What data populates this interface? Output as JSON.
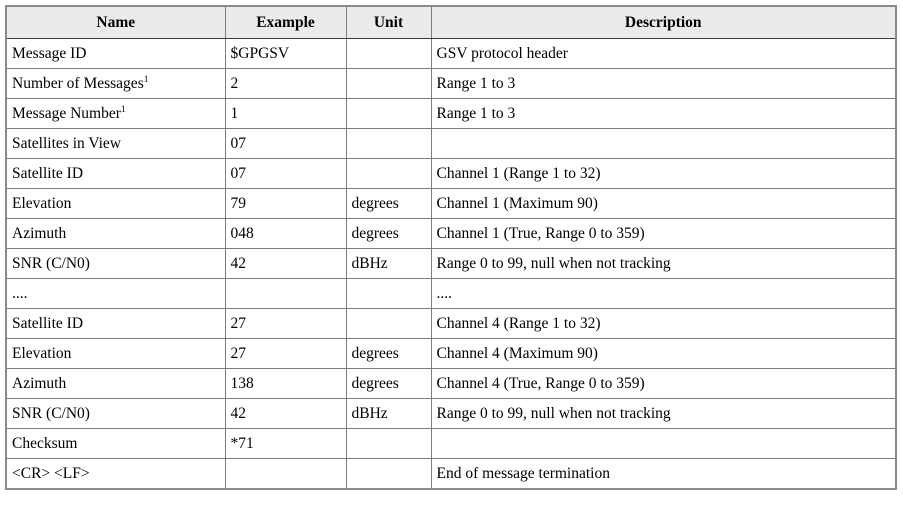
{
  "table": {
    "columns": [
      {
        "key": "name",
        "label": "Name"
      },
      {
        "key": "example",
        "label": "Example"
      },
      {
        "key": "unit",
        "label": "Unit"
      },
      {
        "key": "description",
        "label": "Description"
      }
    ],
    "rows": [
      {
        "name": "Message ID",
        "name_superscript": "",
        "example": "$GPGSV",
        "unit": "",
        "description": "GSV protocol header"
      },
      {
        "name": "Number of Messages",
        "name_superscript": "1",
        "example": "2",
        "unit": "",
        "description": "Range 1 to 3"
      },
      {
        "name": "Message Number",
        "name_superscript": "1",
        "example": "1",
        "unit": "",
        "description": "Range 1 to 3"
      },
      {
        "name": "Satellites in View",
        "name_superscript": "",
        "example": "07",
        "unit": "",
        "description": ""
      },
      {
        "name": "Satellite ID",
        "name_superscript": "",
        "example": "07",
        "unit": "",
        "description": "Channel 1 (Range 1 to 32)"
      },
      {
        "name": "Elevation",
        "name_superscript": "",
        "example": "79",
        "unit": "degrees",
        "description": "Channel 1 (Maximum 90)"
      },
      {
        "name": "Azimuth",
        "name_superscript": "",
        "example": "048",
        "unit": "degrees",
        "description": "Channel 1 (True, Range 0 to 359)"
      },
      {
        "name": "SNR (C/N0)",
        "name_superscript": "",
        "example": "42",
        "unit": "dBHz",
        "description": "Range 0 to 99, null when not tracking"
      },
      {
        "name": "....",
        "name_superscript": "",
        "example": "",
        "unit": "",
        "description": "...."
      },
      {
        "name": "Satellite ID",
        "name_superscript": "",
        "example": "27",
        "unit": "",
        "description": "Channel 4 (Range 1 to 32)"
      },
      {
        "name": "Elevation",
        "name_superscript": "",
        "example": "27",
        "unit": "degrees",
        "description": "Channel 4 (Maximum 90)"
      },
      {
        "name": "Azimuth",
        "name_superscript": "",
        "example": "138",
        "unit": "degrees",
        "description": "Channel 4 (True, Range 0 to 359)"
      },
      {
        "name": "SNR (C/N0)",
        "name_superscript": "",
        "example": "42",
        "unit": "dBHz",
        "description": "Range 0 to 99, null when not tracking"
      },
      {
        "name": "Checksum",
        "name_superscript": "",
        "example": "*71",
        "unit": "",
        "description": ""
      },
      {
        "name": "<CR> <LF>",
        "name_superscript": "",
        "example": "",
        "unit": "",
        "description": "End of message termination"
      }
    ]
  },
  "colors": {
    "header_background": "#ebebeb",
    "border": "#7d7d7d",
    "outer_border": "#8a8a8a",
    "text": "#000000",
    "page_background": "#ffffff"
  }
}
